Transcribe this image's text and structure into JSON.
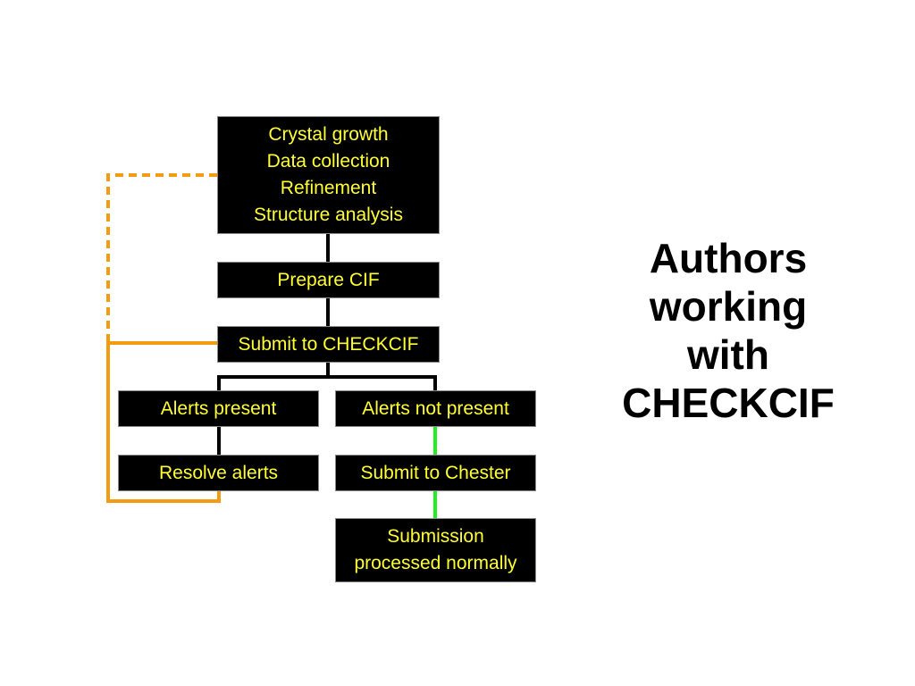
{
  "flowchart": {
    "research_steps": [
      "Crystal growth",
      "Data collection",
      "Refinement",
      "Structure analysis"
    ],
    "prepare_cif": "Prepare CIF",
    "submit_checkcif": "Submit to CHECKCIF",
    "alerts_present": "Alerts present",
    "alerts_not_present": "Alerts not present",
    "resolve_alerts": "Resolve alerts",
    "submit_chester": "Submit to Chester",
    "processed": [
      "Submission",
      "processed normally"
    ]
  },
  "title_lines": [
    "Authors",
    "working",
    "with",
    "CHECKCIF"
  ],
  "colors": {
    "box_fill": "#000000",
    "box_text": "#ffff33",
    "box_border": "#8a8a8a",
    "connector": "#000000",
    "feedback_loop": "#f39c12",
    "success_path": "#22ee22",
    "title_text": "#000000"
  }
}
